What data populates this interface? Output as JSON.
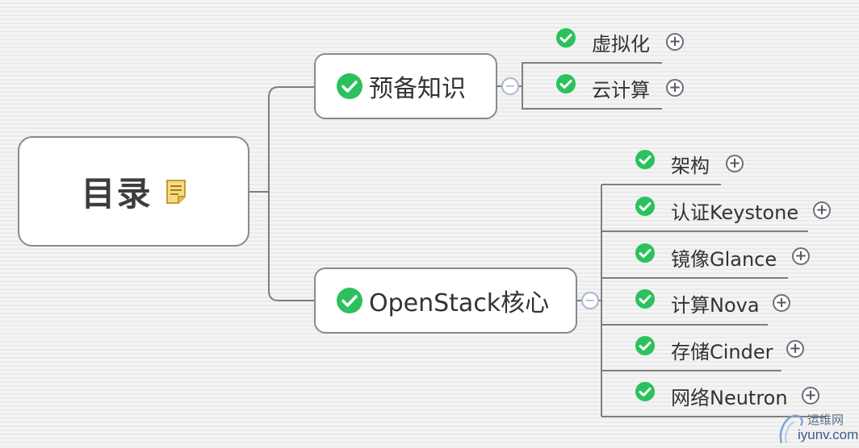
{
  "root": {
    "title": "目录",
    "icon": "note-icon"
  },
  "branches": [
    {
      "label": "预备知识",
      "icon": "check-icon",
      "collapse": "−",
      "children": [
        {
          "label": "虚拟化",
          "icon": "check-icon",
          "expand": "+"
        },
        {
          "label": "云计算",
          "icon": "check-icon",
          "expand": "+"
        }
      ]
    },
    {
      "label": "OpenStack核心",
      "icon": "check-icon",
      "collapse": "−",
      "children": [
        {
          "label": "架构",
          "icon": "check-icon",
          "expand": "+"
        },
        {
          "label": "认证Keystone",
          "icon": "check-icon",
          "expand": "+"
        },
        {
          "label": "镜像Glance",
          "icon": "check-icon",
          "expand": "+"
        },
        {
          "label": "计算Nova",
          "icon": "check-icon",
          "expand": "+"
        },
        {
          "label": "存储Cinder",
          "icon": "check-icon",
          "expand": "+"
        },
        {
          "label": "网络Neutron",
          "icon": "check-icon",
          "expand": "+"
        }
      ]
    }
  ],
  "colors": {
    "check": "#2bc15c",
    "line": "#7f7f7f",
    "note": "#d4aa3c"
  },
  "watermark": {
    "cn": "运维网",
    "en": "iyunv.com"
  }
}
